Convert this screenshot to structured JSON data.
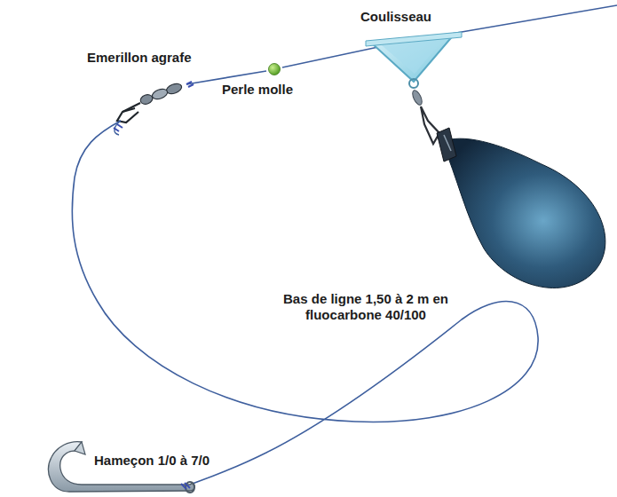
{
  "diagram": {
    "labels": [
      "Coulisseau",
      "Emerillon agrafe",
      "Perle molle",
      "Bas de ligne 1,50 à 2 m en fluocarbone 40/100",
      "Hameçon 1/0 à 7/0"
    ]
  }
}
